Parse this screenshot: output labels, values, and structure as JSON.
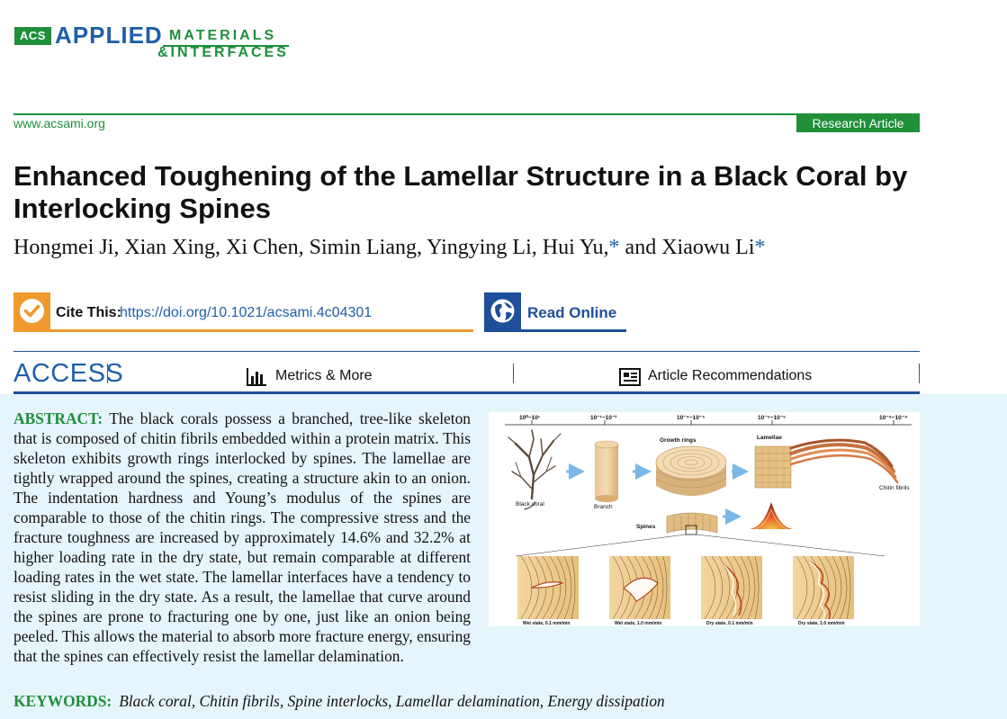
{
  "journal": {
    "logo_acs": "ACS",
    "logo_applied": "APPLIED",
    "logo_materials": "MATERIALS",
    "logo_interfaces": "&INTERFACES",
    "url": "www.acsami.org",
    "article_type": "Research Article"
  },
  "article": {
    "title": "Enhanced Toughening of the Lamellar Structure in a Black Coral by Interlocking Spines",
    "authors_main": "Hongmei Ji, Xian Xing, Xi Chen, Simin Liang, Yingying Li, Hui Yu,",
    "author_star": "*",
    "authors_and": " and Xiaowu Li",
    "cite_label": "Cite This:",
    "cite_doi": "https://doi.org/10.1021/acsami.4c04301",
    "read_online": "Read Online"
  },
  "access_bar": {
    "access": "ACCESS",
    "metrics": "Metrics & More",
    "recommendations": "Article Recommendations"
  },
  "abstract": {
    "label": "ABSTRACT:",
    "text": "The black corals possess a branched, tree-like skeleton that is composed of chitin fibrils embedded within a protein matrix. This skeleton exhibits growth rings interlocked by spines. The lamellae are tightly wrapped around the spines, creating a structure akin to an onion. The indentation hardness and Young’s modulus of the spines are comparable to those of the chitin rings. The compressive stress and the fracture toughness are increased by approximately 14.6% and 32.2% at higher loading rate in the dry state, but remain comparable at different loading rates in the wet state. The lamellar interfaces have a tendency to resist sliding in the dry state. As a result, the lamellae that curve around the spines are prone to fracturing one by one, just like an onion being peeled. This allows the material to absorb more fracture energy, ensuring that the spines can effectively resist the lamellar delamination."
  },
  "figure": {
    "scales": [
      "10⁰~10¹",
      "10⁻¹~10⁻²",
      "10⁻⁴~10⁻⁵",
      "10⁻⁵~10⁻⁶",
      "10⁻⁸~10⁻⁹"
    ],
    "labels": {
      "black_coral": "Black coral",
      "branch": "Branch",
      "growth_rings": "Growth rings",
      "lamellae": "Lamellae",
      "chitin_fibrils": "Chitin fibrils",
      "spines": "Spines"
    },
    "panels": [
      "Wet state, 0.1 mm/min",
      "Wet state, 1.0 mm/min",
      "Dry state, 0.1 mm/min",
      "Dry state, 1.0 mm/min"
    ]
  },
  "keywords": {
    "label": "KEYWORDS:",
    "list": "Black coral, Chitin fibrils, Spine interlocks, Lamellar delamination, Energy dissipation"
  },
  "colors": {
    "acs_green": "#1f8f3a",
    "acs_blue": "#1f5fa8",
    "cite_orange": "#ef9a2d",
    "abstract_bg": "#e6f4fb"
  }
}
